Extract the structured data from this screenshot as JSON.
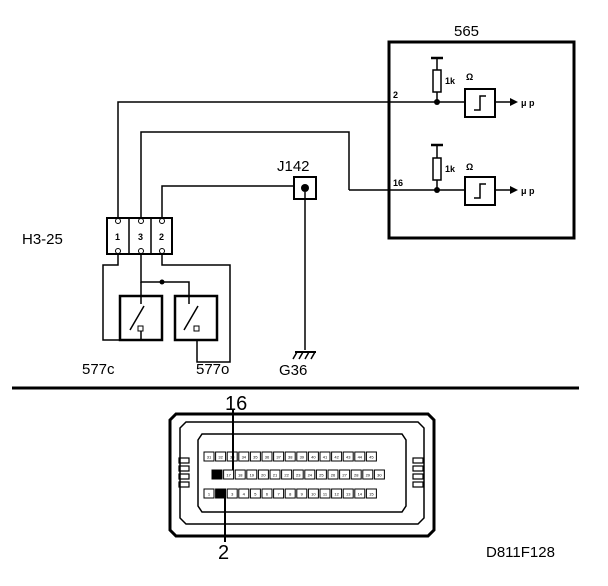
{
  "labels": {
    "ecu": "565",
    "connector_h": "H3-25",
    "junction": "J142",
    "ground": "G36",
    "switch_c": "577c",
    "switch_o": "577o",
    "figure_id": "D811F128"
  },
  "ecu_inputs": [
    {
      "pin": "2",
      "resistor": "1k",
      "ohm": "Ω",
      "out": "μ p"
    },
    {
      "pin": "16",
      "resistor": "1k",
      "ohm": "Ω",
      "out": "μ p"
    }
  ],
  "connector_pins": [
    "1",
    "3",
    "2"
  ],
  "ecu_connector": {
    "pin_top_callout": "16",
    "pin_bottom_callout": "2",
    "row1": [
      "31",
      "32",
      "33",
      "34",
      "35",
      "36",
      "37",
      "38",
      "39",
      "40",
      "41",
      "42",
      "43",
      "44",
      "45"
    ],
    "row2": [
      "16",
      "17",
      "18",
      "19",
      "20",
      "21",
      "22",
      "23",
      "24",
      "25",
      "26",
      "27",
      "28",
      "29",
      "30"
    ],
    "row3": [
      "1",
      "2",
      "3",
      "4",
      "5",
      "6",
      "7",
      "8",
      "9",
      "10",
      "11",
      "12",
      "13",
      "14",
      "15"
    ]
  }
}
